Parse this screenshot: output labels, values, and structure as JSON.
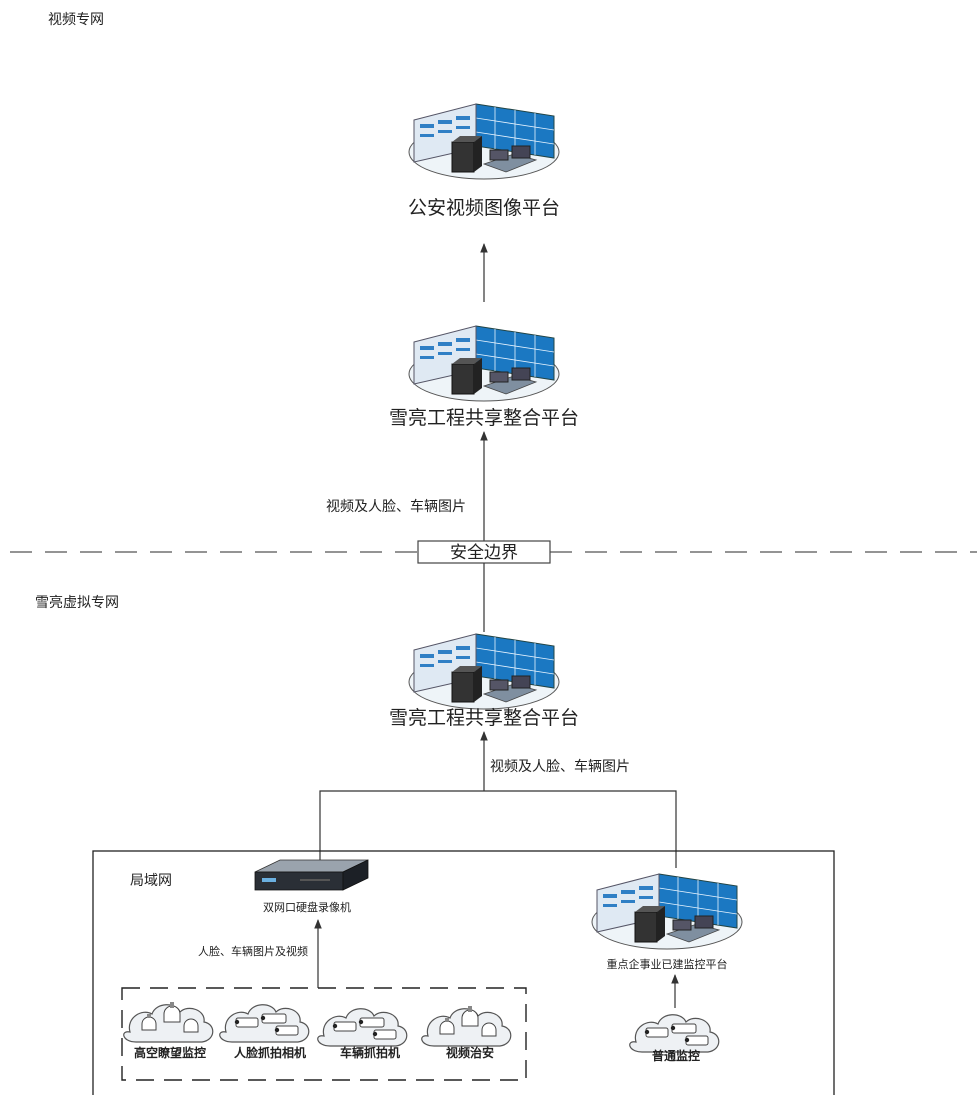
{
  "zones": {
    "video_network": "视频专网",
    "xueliang_vpn": "雪亮虚拟专网",
    "lan": "局域网"
  },
  "boundary": {
    "label": "安全边界"
  },
  "platforms": {
    "police": "公安视频图像平台",
    "xueliang_upper": "雪亮工程共享整合平台",
    "xueliang_lower": "雪亮工程共享整合平台",
    "enterprise": "重点企事业已建监控平台"
  },
  "edges": {
    "upper_flow": "视频及人脸、车辆图片",
    "lower_flow": "视频及人脸、车辆图片",
    "nvr_flow": "人脸、车辆图片及视频"
  },
  "devices": {
    "nvr": "双网口硬盘录像机",
    "camera_groups": [
      "高空瞭望监控",
      "人脸抓拍相机",
      "车辆抓拍机",
      "视频治安"
    ],
    "ordinary": "普通监控"
  }
}
